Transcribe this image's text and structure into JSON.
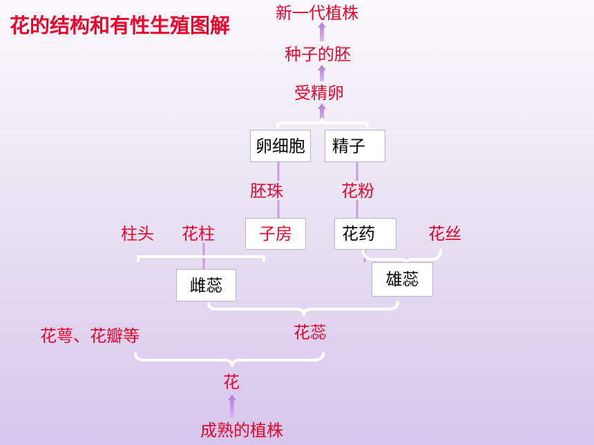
{
  "title": "花的结构和有性生殖图解",
  "top": {
    "new_plant": "新一代植株",
    "embryo": "种子的胚",
    "fertilized_egg": "受精卵"
  },
  "boxes": {
    "egg_cell": "卵细胞",
    "sperm": "精子",
    "ovary": "子房",
    "anther": "花药",
    "pistil": "雌蕊",
    "stamen": "雄蕊"
  },
  "labels": {
    "ovule": "胚珠",
    "pollen": "花粉",
    "stigma": "柱头",
    "style": "花柱",
    "filament": "花丝",
    "sepals_petals": "花萼、花瓣等",
    "stamens_pistils": "花蕊",
    "flower": "花",
    "mature_plant": "成熟的植株"
  },
  "colors": {
    "label_red": "#f0002c",
    "connector": "#c79be8",
    "brace": "#ffffff"
  }
}
